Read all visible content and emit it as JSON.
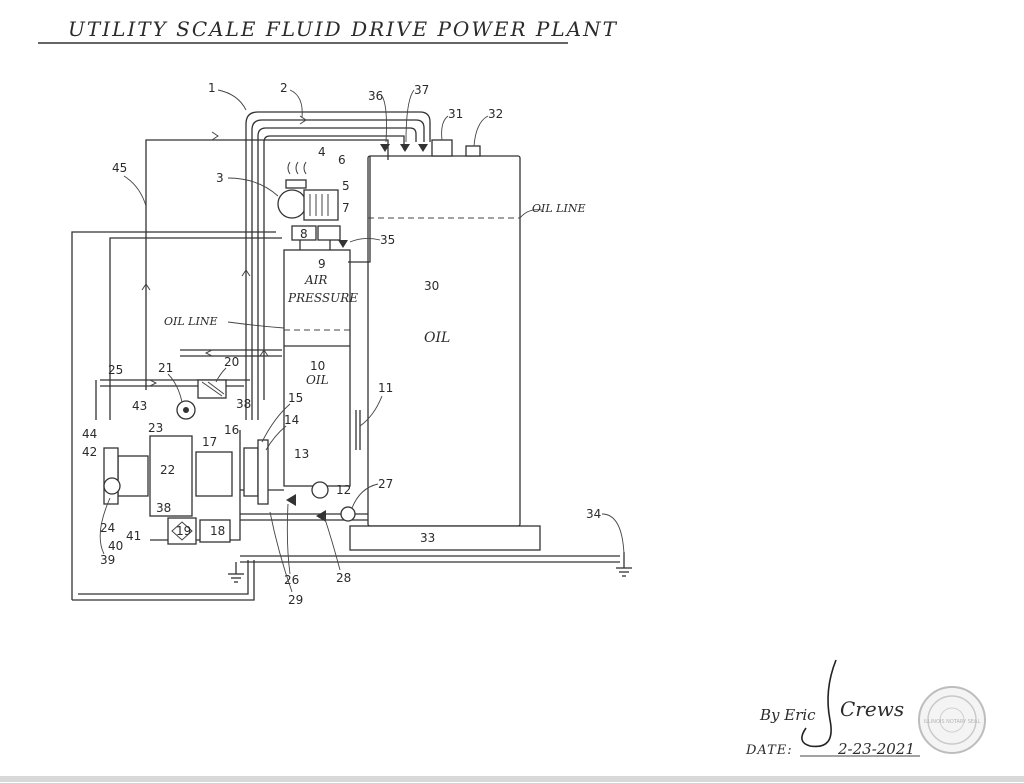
{
  "title": "UTILITY SCALE FLUID DRIVE POWER PLANT",
  "oil_line_label": "OIL LINE",
  "air_pressure_label": [
    "AIR",
    "PRESSURE"
  ],
  "oil_label": "OIL",
  "signature_prefix": "By Eric",
  "signature_name": "Crews",
  "date_label": "DATE:",
  "date_value": "2-23-2021",
  "seal_text": "ILLINOIS NOTARY SEAL",
  "part_numbers": [
    "1",
    "2",
    "3",
    "4",
    "5",
    "6",
    "7",
    "8",
    "9",
    "10",
    "11",
    "12",
    "13",
    "14",
    "15",
    "16",
    "17",
    "18",
    "19",
    "20",
    "21",
    "22",
    "23",
    "24",
    "25",
    "26",
    "27",
    "28",
    "29",
    "30",
    "31",
    "32",
    "33",
    "34",
    "35",
    "36",
    "37",
    "38",
    "39",
    "40",
    "41",
    "42",
    "43",
    "44",
    "45"
  ]
}
